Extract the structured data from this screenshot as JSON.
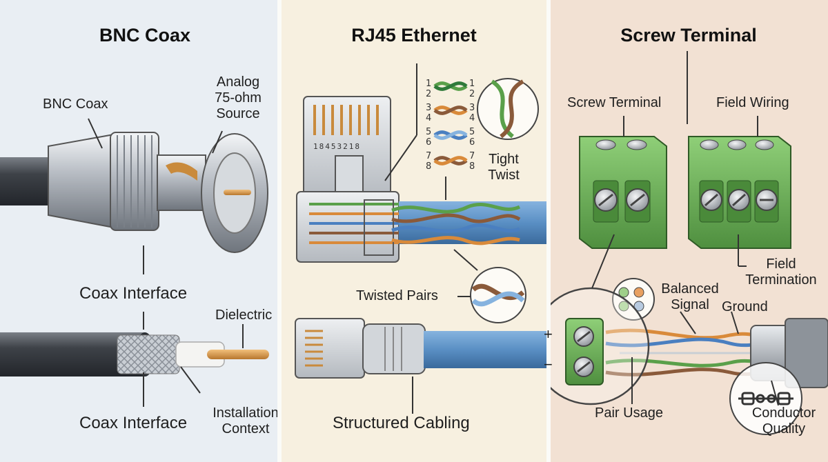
{
  "panels": {
    "bnc": {
      "title": "BNC Coax",
      "labels": {
        "bnc_coax": "BNC Coax",
        "analog_source": [
          "Analog",
          "75-ohm",
          "Source"
        ],
        "coax_interface_top": "Coax Interface",
        "dielectric": "Dielectric",
        "coax_interface_bottom": "Coax Interface",
        "installation_context": [
          "Installation",
          "Context"
        ]
      }
    },
    "rj45": {
      "title": "RJ45 Ethernet",
      "pin_numbers": "18453218",
      "pair_pins_left": [
        "1",
        "2",
        "3",
        "4",
        "5",
        "6",
        "7",
        "8"
      ],
      "pair_pins_right": [
        "1",
        "2",
        "3",
        "4",
        "5",
        "6",
        "7",
        "8"
      ],
      "labels": {
        "tight_twist": [
          "Tight",
          "Twist"
        ],
        "twisted_pairs": "Twisted Pairs",
        "structured_cabling": "Structured Cabling"
      }
    },
    "screw": {
      "title": "Screw Terminal",
      "labels": {
        "screw_terminal": "Screw Terminal",
        "field_wiring": "Field Wiring",
        "field_termination": [
          "Field",
          "Termination"
        ],
        "balanced_signal": [
          "Balanced",
          "Signal"
        ],
        "ground": "Ground",
        "pair_usage": "Pair Usage",
        "conductor_quality": [
          "Conductor",
          "Quality"
        ],
        "plus_sign": "+",
        "minus_sign": "−"
      }
    }
  },
  "colors": {
    "bnc_bg": "#e9eef3",
    "rj45_bg": "#f7f0e0",
    "screw_bg": "#f2e1d3",
    "copper": "#c98a3c",
    "cable_blue": "#5a8fc4",
    "terminal_green": "#6fae5a",
    "wire_green": "#5aa04a",
    "wire_brown": "#8a5a3a",
    "wire_orange": "#d98a3a",
    "wire_blue": "#4a7fc0"
  }
}
